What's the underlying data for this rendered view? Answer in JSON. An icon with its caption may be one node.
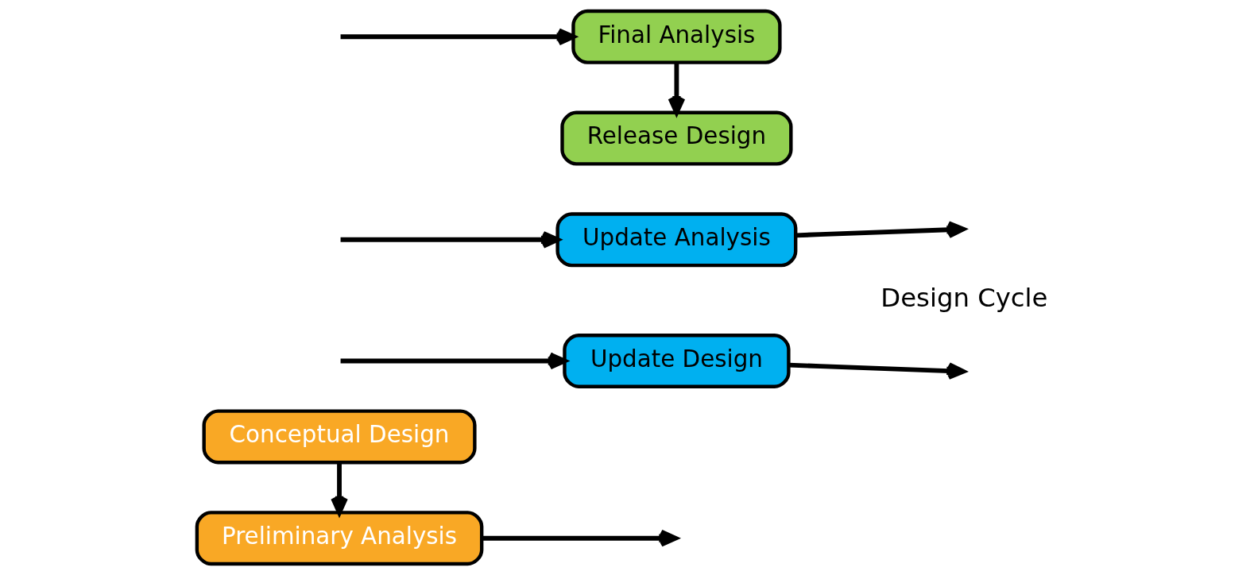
{
  "diagram": {
    "nodes": [
      {
        "text": [
          "Conceptual Design"
        ]
      },
      {
        "text": [
          "Preliminary Analysis"
        ]
      },
      {
        "text": [
          "Update Design"
        ]
      },
      {
        "text": [
          "Update Analysis"
        ]
      },
      {
        "text": [
          "Final Analysis"
        ]
      },
      {
        "text": [
          "Release Design"
        ]
      }
    ],
    "edges": [
      {
        "from": 0,
        "to": 1,
        "arrow": "to"
      },
      {
        "from": 1,
        "to": null,
        "arrow": "to"
      },
      {
        "from": null,
        "to": 2,
        "arrow": "to"
      },
      {
        "from": 2,
        "to": null,
        "arrow": "to"
      },
      {
        "from": null,
        "to": 3,
        "arrow": "to"
      },
      {
        "from": 3,
        "to": null,
        "arrow": "to"
      },
      {
        "from": null,
        "to": 4,
        "arrow": "to"
      },
      {
        "from": 4,
        "to": 5,
        "arrow": "to"
      }
    ],
    "labels": [
      "Design Cycle"
    ]
  }
}
